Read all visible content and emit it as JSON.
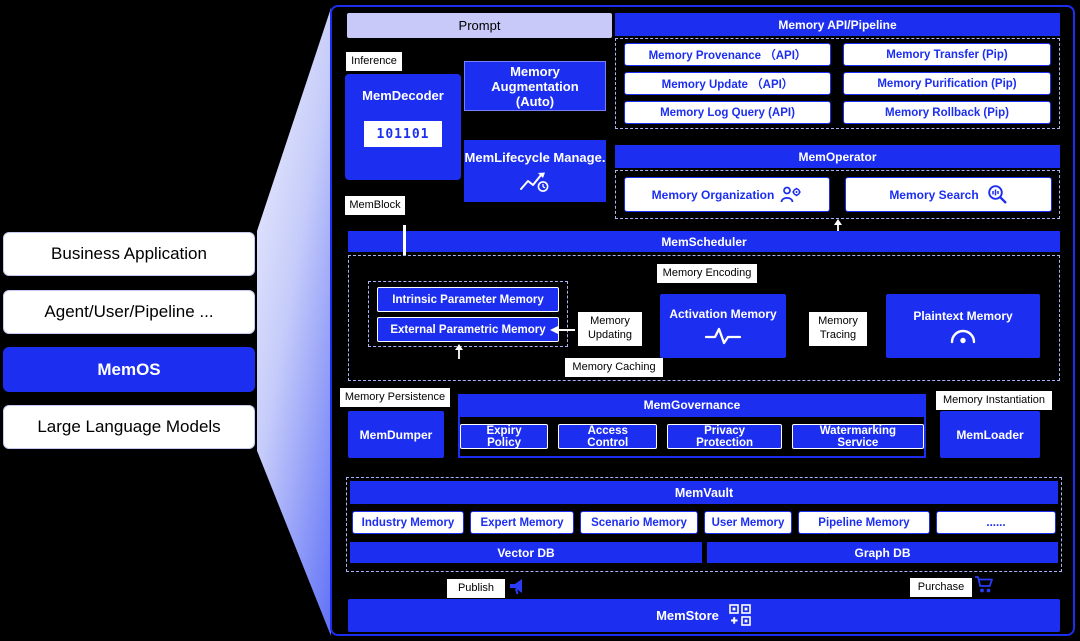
{
  "colors": {
    "primary_blue": "#1c2ef0",
    "lavender": "#c8c9f8",
    "background": "#000000"
  },
  "left_stack": {
    "items": [
      "Business Application",
      "Agent/User/Pipeline ...",
      "MemOS",
      "Large Language Models"
    ]
  },
  "panel": {
    "prompt_label": "Prompt",
    "inference_label": "Inference",
    "mem_decoder": {
      "title": "MemDecoder",
      "code": "101101"
    },
    "memory_augmentation": {
      "line1": "Memory Augmentation",
      "line2": "(Auto)"
    },
    "mem_lifecycle_label": "MemLifecycle Manage.",
    "mem_block_label": "MemBlock",
    "api_pipeline": {
      "title": "Memory API/Pipeline",
      "items": [
        "Memory Provenance （API）",
        "Memory Transfer (Pip)",
        "Memory Update （API）",
        "Memory Purification (Pip)",
        "Memory Log Query (API)",
        "Memory Rollback (Pip)"
      ]
    },
    "mem_operator": {
      "title": "MemOperator",
      "organization_label": "Memory Organization",
      "search_label": "Memory Search"
    },
    "scheduler": {
      "title": "MemScheduler",
      "encoding_label": "Memory Encoding",
      "intrinsic_label": "Intrinsic Parameter Memory",
      "external_label": "External Parametric Memory",
      "updating_label": "Memory Updating",
      "activation_label": "Activation Memory",
      "tracing_label": "Memory Tracing",
      "plaintext_label": "Plaintext Memory",
      "caching_label": "Memory Caching"
    },
    "persistence_label": "Memory Persistence",
    "mem_dumper_label": "MemDumper",
    "governance": {
      "title": "MemGovernance",
      "items": [
        "Expiry Policy",
        "Access Control",
        "Privacy Protection",
        "Watermarking Service"
      ]
    },
    "instantiation_label": "Memory Instantiation",
    "mem_loader_label": "MemLoader",
    "vault": {
      "title": "MemVault",
      "memories": [
        "Industry Memory",
        "Expert Memory",
        "Scenario Memory",
        "User Memory",
        "Pipeline Memory",
        "......"
      ],
      "databases": [
        "Vector DB",
        "Graph DB"
      ]
    },
    "publish_label": "Publish",
    "purchase_label": "Purchase",
    "mem_store_label": "MemStore"
  },
  "icons": {
    "mem_decoder": "binary-code",
    "mem_lifecycle": "line-chart-with-clock",
    "memory_organization": "person-with-gear",
    "memory_search": "magnifier-with-bars",
    "activation_memory": "pulse-waveform",
    "plaintext_memory": "lens-with-dot",
    "publish": "megaphone",
    "purchase": "shopping-cart",
    "mem_store": "qr-blocks"
  }
}
